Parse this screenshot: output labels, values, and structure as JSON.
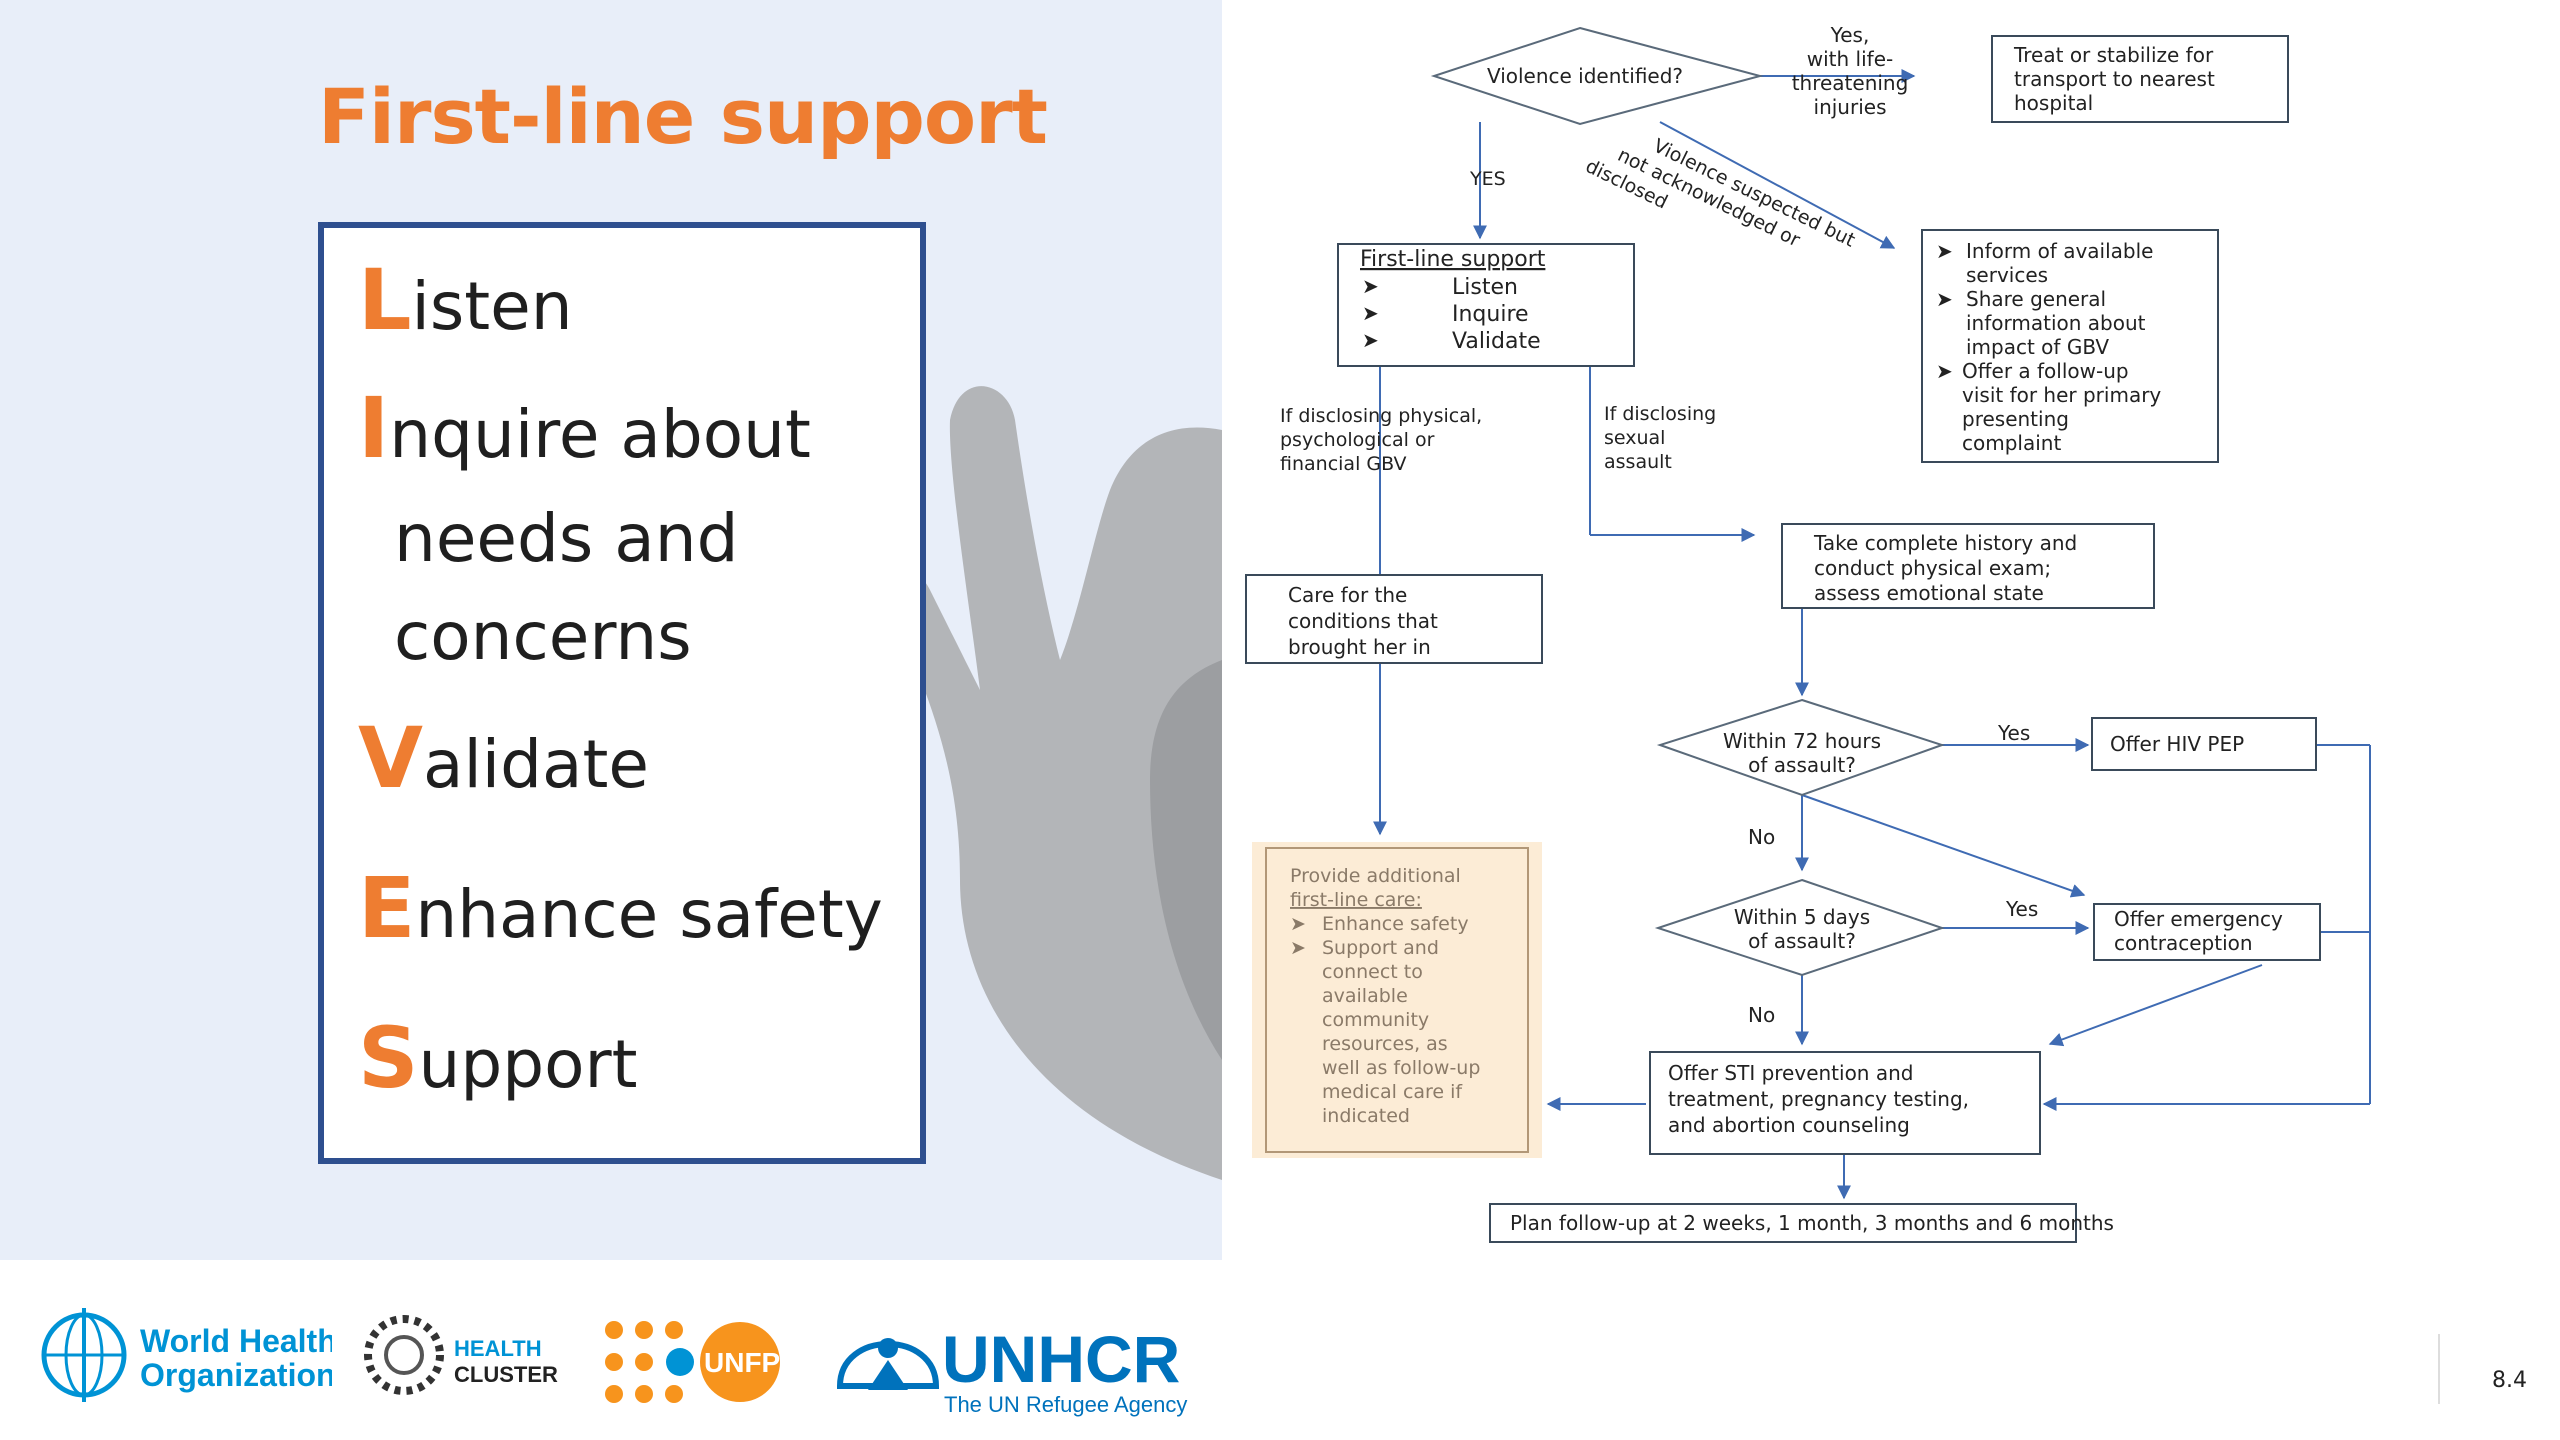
{
  "title": "First-line support",
  "lives": [
    {
      "letter": "L",
      "rest": "isten",
      "continuation": []
    },
    {
      "letter": "I",
      "rest": "nquire about",
      "continuation": [
        "needs and",
        "concerns"
      ]
    },
    {
      "letter": "V",
      "rest": "alidate",
      "continuation": []
    },
    {
      "letter": "E",
      "rest": "nhance safety",
      "continuation": []
    },
    {
      "letter": "S",
      "rest": "upport",
      "continuation": []
    }
  ],
  "flowchart": {
    "violence_identified": "Violence identified?",
    "yes_life_threatening": [
      "Yes,",
      "with life-",
      "threatening",
      "injuries"
    ],
    "treat_box": [
      "Treat or stabilize for",
      "transport to nearest",
      "hospital"
    ],
    "yes_label": "YES",
    "suspected_label": [
      "Violence suspected but",
      "not acknowledged or",
      "disclosed"
    ],
    "first_line_box": {
      "title": "First-line support",
      "items": [
        "Listen",
        "Inquire",
        "Validate"
      ]
    },
    "inform_box": [
      "Inform of available",
      "services",
      "Share general",
      "information about",
      "impact of GBV",
      "Offer a follow-up",
      "visit for her primary",
      "presenting",
      "complaint"
    ],
    "disclosing_physical": [
      "If disclosing physical,",
      "psychological or",
      "financial GBV"
    ],
    "disclosing_sexual": [
      "If disclosing",
      "sexual",
      "assault"
    ],
    "history_box": [
      "Take complete history and",
      "conduct physical exam;",
      "assess emotional state"
    ],
    "care_box": [
      "Care for the",
      "conditions that",
      "brought her in"
    ],
    "within72": [
      "Within 72 hours",
      "of assault?"
    ],
    "within5": [
      "Within 5 days",
      "of assault?"
    ],
    "yes1": "Yes",
    "yes2": "Yes",
    "no1": "No",
    "no2": "No",
    "hiv_box": "Offer HIV PEP",
    "ec_box": [
      "Offer emergency",
      "contraception"
    ],
    "additional_box": {
      "title": [
        "Provide additional",
        "first-line care:"
      ],
      "items": [
        "Enhance safety",
        "Support and",
        "connect to",
        "available",
        "community",
        "resources, as",
        "well as follow-up",
        "medical care if",
        "indicated"
      ]
    },
    "sti_box": [
      "Offer STI prevention and",
      "treatment, pregnancy testing,",
      "and abortion counseling"
    ],
    "followup_box": "Plan follow-up at 2 weeks, 1 month, 3 months and 6 months"
  },
  "footer": {
    "who_line1": "World Health",
    "who_line2": "Organization",
    "health_cluster_line1": "HEALTH",
    "health_cluster_line2": "CLUSTER",
    "unfpa": "UNFPA",
    "unhcr": "UNHCR",
    "unhcr_tagline": "The UN Refugee Agency",
    "page_number": "8.4"
  },
  "colors": {
    "accent": "#ee7d31",
    "border": "#2e4f8f",
    "panel_bg": "#e8eef9",
    "unhcr_blue": "#0072bc",
    "unfpa_orange": "#f7941d"
  }
}
